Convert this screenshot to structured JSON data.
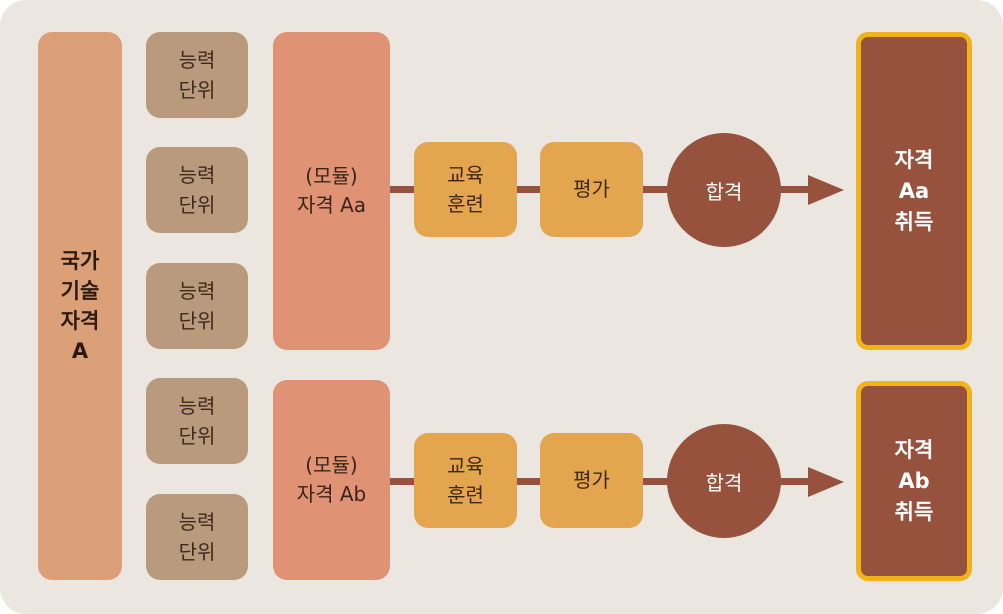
{
  "national": {
    "lines": [
      "국가",
      "기술",
      "자격",
      "A"
    ]
  },
  "units": [
    {
      "lines": [
        "능력",
        "단위"
      ]
    },
    {
      "lines": [
        "능력",
        "단위"
      ]
    },
    {
      "lines": [
        "능력",
        "단위"
      ]
    },
    {
      "lines": [
        "능력",
        "단위"
      ]
    },
    {
      "lines": [
        "능력",
        "단위"
      ]
    }
  ],
  "flows": [
    {
      "module": {
        "lines": [
          "(모듈)",
          "자격 Aa"
        ]
      },
      "training": {
        "lines": [
          "교육",
          "훈련"
        ]
      },
      "evaluation": "평가",
      "pass": "합격",
      "result": {
        "lines": [
          "자격",
          "Aa",
          "취득"
        ]
      }
    },
    {
      "module": {
        "lines": [
          "(모듈)",
          "자격 Ab"
        ]
      },
      "training": {
        "lines": [
          "교육",
          "훈련"
        ]
      },
      "evaluation": "평가",
      "pass": "합격",
      "result": {
        "lines": [
          "자격",
          "Ab",
          "취득"
        ]
      }
    }
  ],
  "colors": {
    "background": "#ebe6e0",
    "national": "#dba078",
    "unit": "#b99a7c",
    "module": "#e09275",
    "step": "#e3a54e",
    "pass": "#96523d",
    "result_border": "#f2b21a"
  }
}
